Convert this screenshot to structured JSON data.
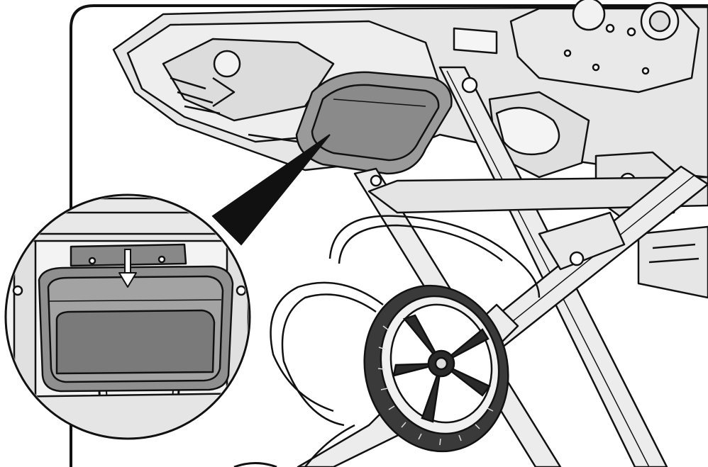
{
  "figure": {
    "subject": "grill-underside-grease-tray-removal",
    "icons": [
      "down-arrow-icon",
      "magnifier-callout",
      "wheel",
      "grease-tray",
      "grill-frame-legs"
    ],
    "colors": {
      "background": "#ffffff",
      "line": "#111111",
      "metal_fill": "#e6e6e6",
      "light_fill": "#f2f2f2",
      "tray_fill": "#8f8f8f",
      "tray_shade": "#7a7a7a",
      "wheel_fill": "#2a2a2a",
      "tire_fill": "#3a3a3a"
    }
  }
}
